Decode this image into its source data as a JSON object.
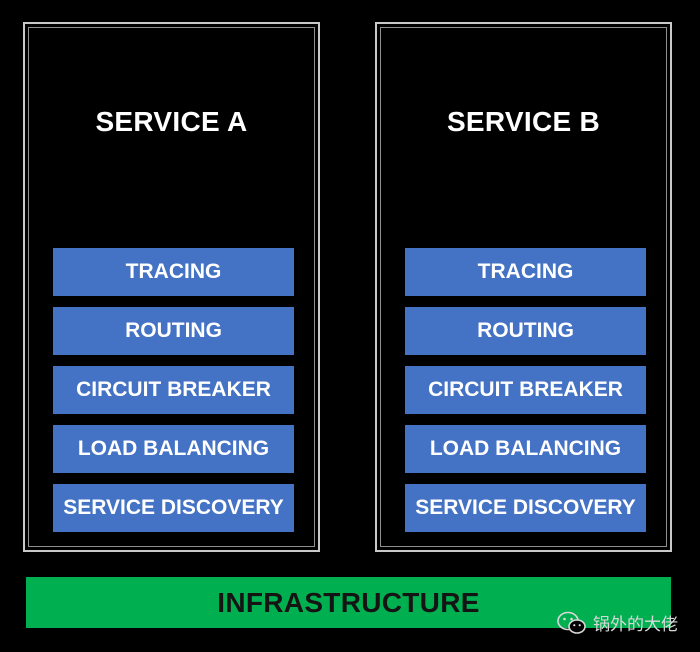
{
  "services": [
    {
      "title": "SERVICE A",
      "capabilities": [
        "TRACING",
        "ROUTING",
        "CIRCUIT BREAKER",
        "LOAD BALANCING",
        "SERVICE DISCOVERY"
      ]
    },
    {
      "title": "SERVICE B",
      "capabilities": [
        "TRACING",
        "ROUTING",
        "CIRCUIT BREAKER",
        "LOAD BALANCING",
        "SERVICE DISCOVERY"
      ]
    }
  ],
  "infrastructure": {
    "label": "INFRASTRUCTURE"
  },
  "watermark": {
    "icon": "wechat-icon",
    "text": "锅外的大佬"
  },
  "colors": {
    "background": "#000000",
    "capability_fill": "#4472c4",
    "infrastructure_fill": "#00b050",
    "box_border": "#c9c9c9"
  }
}
